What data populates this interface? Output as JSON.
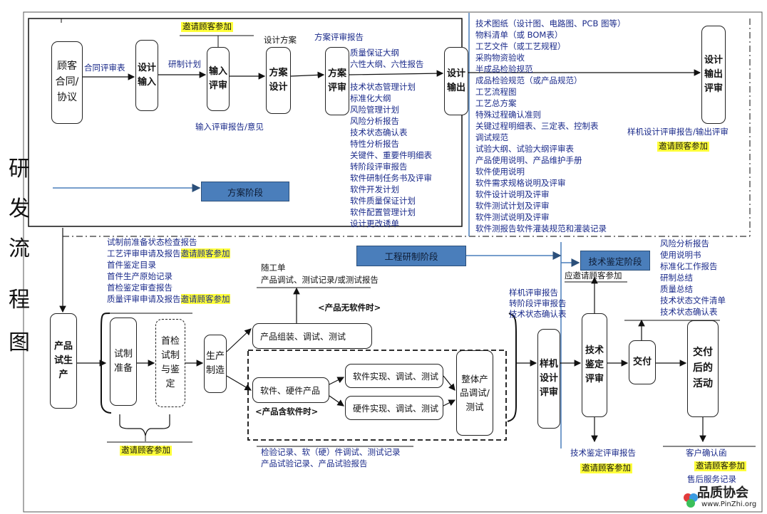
{
  "title_chars": [
    "研",
    "发",
    "流",
    "程",
    "图"
  ],
  "phases": {
    "scheme": "方案阶段",
    "engineering": "工程研制阶段",
    "appraisal": "技术鉴定阶段"
  },
  "top_boxes": {
    "contract": "顾客合同/协议",
    "design_input": "设计输入",
    "input_review": "输入评审",
    "scheme_design": "方案设计",
    "scheme_review": "方案评审",
    "design_output": "设计输出",
    "output_review": "设计输出评审"
  },
  "top_labels": {
    "contract_review_table": "合同评审表",
    "dev_plan": "研制计划",
    "invite_top": "邀请顾客参加",
    "scheme_design_label": "设计方案",
    "scheme_review_report": "方案评审报告",
    "input_review_report": "输入评审报告/意见",
    "sample_review_report": "样机设计评审报告/输出评审",
    "invite_output": "邀请顾客参加"
  },
  "scheme_review_items": [
    "质量保证大纲",
    "六性大纲、六性报告",
    "",
    "技术状态管理计划",
    "标准化大纲",
    "风险管理计划",
    "风险分析报告",
    "技术状态确认表",
    "特性分析报告",
    "关键件、重要件明细表",
    "转阶段评审报告",
    "软件研制任务书及评审",
    "软件开发计划",
    "软件质量保证计划",
    "软件配置管理计划",
    "设计更改诱单"
  ],
  "design_output_items": [
    "技术图纸（设计图、电路图、PCB 图等）",
    "物料清单（或 BOM表）",
    "工艺文件（或工艺规程）",
    "采购物资验收",
    "半成品检验规范",
    "成品检验规范（或产品规范）",
    "工艺流程图",
    "工艺总方案",
    "特殊过程确认准则",
    "关键过程明细表、三定表、控制表",
    "调试规范",
    "试验大纲、试验大纲评审表",
    "产品使用说明、产品维护手册",
    "软件使用说明",
    "软件需求规格说明及评审",
    "软件设计说明及评审",
    "软件测试计划及评审",
    "软件测试说明及评审",
    "软件测报告软件灌装规范和灌装记录"
  ],
  "trial_items": [
    {
      "text": "试制前准备状态检查报告",
      "hl": ""
    },
    {
      "text": "工艺评审申请及报告",
      "hl": "邀请顾客参加"
    },
    {
      "text": "首件鉴定目录",
      "hl": ""
    },
    {
      "text": "首件生产原始记录",
      "hl": ""
    },
    {
      "text": "首检鉴定审查报告",
      "hl": ""
    },
    {
      "text": "质量评审申请及报告",
      "hl": "邀请顾客参加"
    }
  ],
  "bottom_boxes": {
    "trial_production": "产品试生产",
    "trial_prep": "试制准备",
    "first_article": "首检试制与鉴定",
    "production": "生产制造",
    "assembly": "产品组装、调试、测试",
    "sw_hw_product": "软件、硬件产品",
    "sw_impl": "软件实现、调试、测试",
    "hw_impl": "硬件实现、调试、测试",
    "overall_debug": "整体产品调试/测试",
    "sample_review": "样机设计评审",
    "tech_appraisal": "技术鉴定评审",
    "delivery": "交付",
    "after_delivery": "交付后的活动"
  },
  "bottom_labels": {
    "work_order": "随工单",
    "debug_records": "产品调试、测试记录/或测试报告",
    "no_software": "<产品无软件时>",
    "with_software": "<产品含软件时>",
    "invite_bottom_left": "邀请顾客参加",
    "inspection_1": "检验记录、软（硬）件调试、测试记录",
    "inspection_2": "产品试验记录、产品试验报告",
    "invite_appraisal": "应邀请顾客参加",
    "appraisal_report": "技术鉴定评审报告",
    "invite_appraisal_2": "邀请顾客参加",
    "customer_confirm": "客户确认函",
    "invite_confirm": "邀请顾客参加",
    "after_sales": "售后服务记录"
  },
  "sample_review_items": [
    "样机评审报告",
    "转阶段评审报告",
    "技术状态确认表"
  ],
  "appraisal_items": [
    "风险分析报告",
    "使用说明书",
    "标准化工作报告",
    "研制总结",
    "质量总结",
    "技术状态文件清单",
    "技术状态确认表"
  ],
  "watermark": {
    "brand": "品质协会",
    "url": "www.PinZhi.org"
  }
}
